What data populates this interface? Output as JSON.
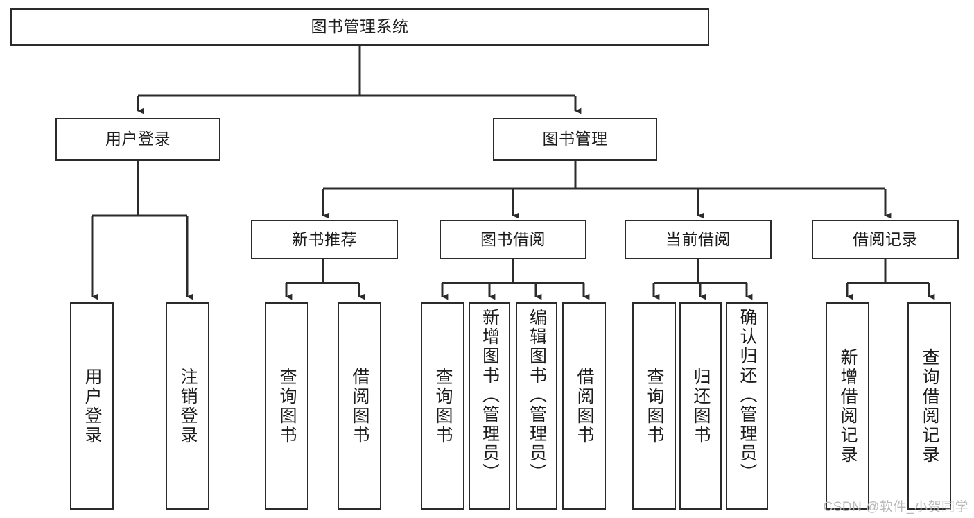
{
  "diagram": {
    "type": "tree-hierarchy",
    "title": "图书管理系统",
    "root": {
      "id": "root",
      "label": "图书管理系统"
    },
    "level2": [
      {
        "id": "user-login",
        "label": "用户登录"
      },
      {
        "id": "book-manage",
        "label": "图书管理"
      }
    ],
    "level3": [
      {
        "id": "new-book-recommend",
        "label": "新书推荐"
      },
      {
        "id": "book-borrow",
        "label": "图书借阅"
      },
      {
        "id": "current-borrow",
        "label": "当前借阅"
      },
      {
        "id": "borrow-record",
        "label": "借阅记录"
      }
    ],
    "leaves": [
      {
        "id": "leaf-user-login",
        "label": "用户登录",
        "parent": "user-login"
      },
      {
        "id": "leaf-user-logout",
        "label": "注销登录",
        "parent": "user-login"
      },
      {
        "id": "leaf-query-book-1",
        "label": "查询图书",
        "parent": "new-book-recommend"
      },
      {
        "id": "leaf-borrow-book-1",
        "label": "借阅图书",
        "parent": "new-book-recommend"
      },
      {
        "id": "leaf-query-book-2",
        "label": "查询图书",
        "parent": "book-borrow"
      },
      {
        "id": "leaf-add-book",
        "label": "新增图书（管理员）",
        "parent": "book-borrow"
      },
      {
        "id": "leaf-edit-book",
        "label": "编辑图书（管理员）",
        "parent": "book-borrow"
      },
      {
        "id": "leaf-borrow-book-2",
        "label": "借阅图书",
        "parent": "book-borrow"
      },
      {
        "id": "leaf-query-book-3",
        "label": "查询图书",
        "parent": "current-borrow"
      },
      {
        "id": "leaf-return-book",
        "label": "归还图书",
        "parent": "current-borrow"
      },
      {
        "id": "leaf-confirm-return",
        "label": "确认归还（管理员）",
        "parent": "current-borrow"
      },
      {
        "id": "leaf-add-record",
        "label": "新增借阅记录",
        "parent": "borrow-record"
      },
      {
        "id": "leaf-query-record",
        "label": "查询借阅记录",
        "parent": "borrow-record"
      }
    ],
    "colors": {
      "stroke": "#2b2b2b",
      "fill": "#ffffff",
      "text": "#1c1c1c",
      "watermark": "#b9b9b9"
    }
  },
  "watermark": {
    "text": "CSDN @软件_小贺同学"
  }
}
